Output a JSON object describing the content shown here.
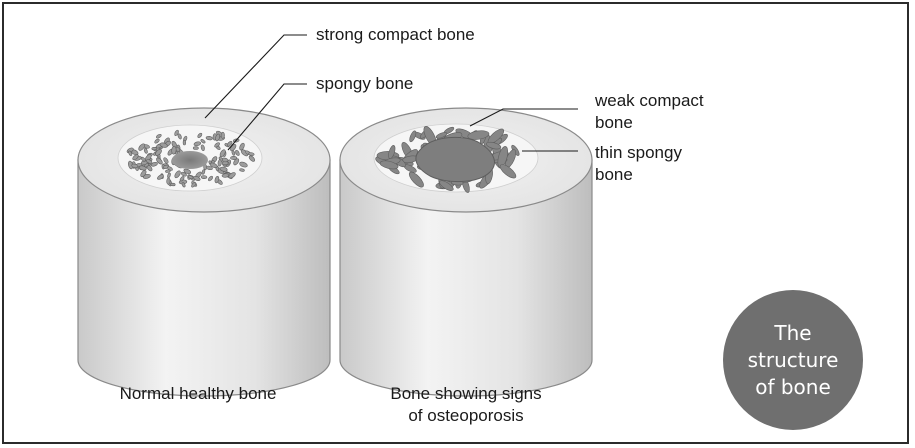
{
  "labels": {
    "strong_compact": "strong compact bone",
    "spongy": "spongy bone",
    "weak_compact_line1": "weak compact",
    "weak_compact_line2": "bone",
    "thin_spongy_line1": "thin spongy",
    "thin_spongy_line2": "bone"
  },
  "captions": {
    "normal": "Normal healthy bone",
    "osteo_line1": "Bone showing signs",
    "osteo_line2": "of osteoporosis"
  },
  "badge": {
    "line1": "The",
    "line2": "structure",
    "line3": "of bone"
  },
  "colors": {
    "frame": "#2b2b2b",
    "badge": "#6f6f6f",
    "bone_surface": "#e6e6e6",
    "spongy_hole": "#8a8a8a",
    "text": "#1a1a1a"
  }
}
